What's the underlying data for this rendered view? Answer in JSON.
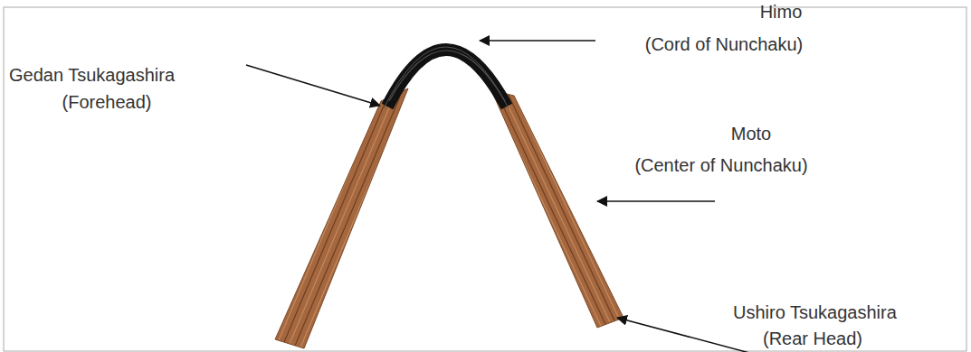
{
  "diagram": {
    "labels": [
      "Himo",
      "(Cord of Nunchaku)",
      "Gedan Tsukagashira",
      "(Forehead)",
      "Moto",
      "(Center of Nunchaku)",
      "Ushiro Tsukagashira",
      "(Rear Head)"
    ]
  }
}
